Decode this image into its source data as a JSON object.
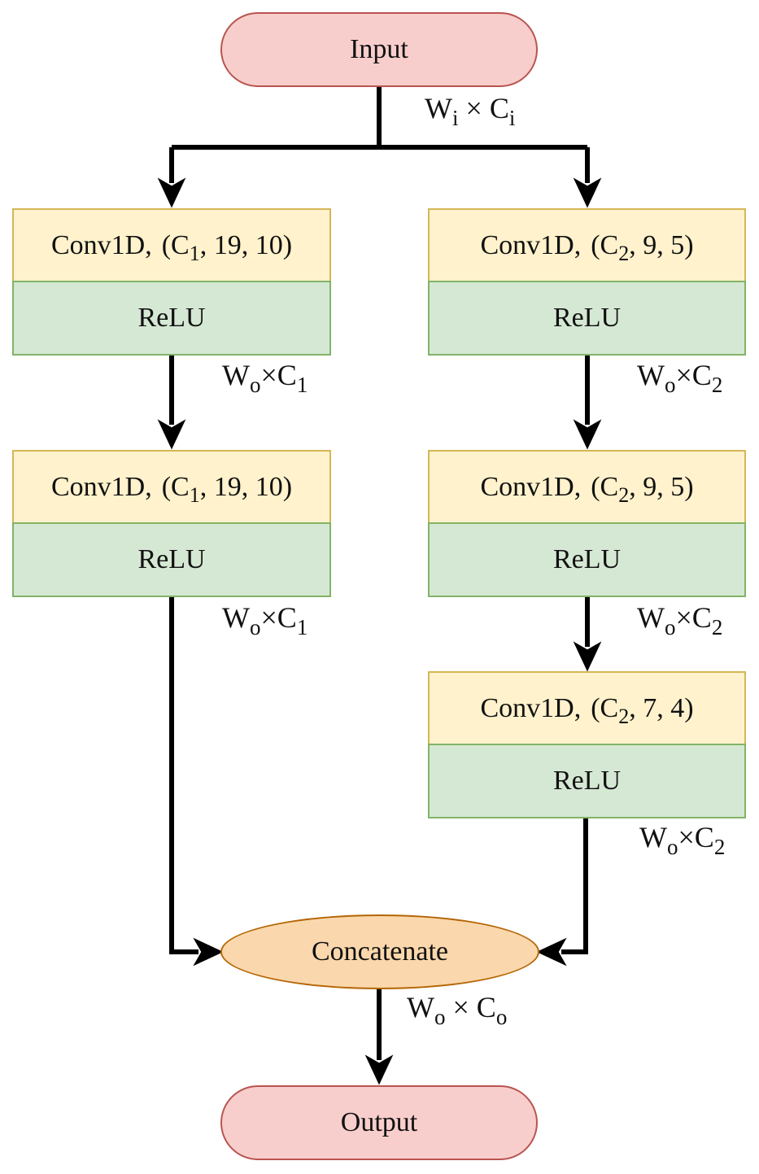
{
  "input": "Input",
  "output": "Output",
  "concatenate": "Concatenate",
  "input_dim": {
    "w": "W",
    "w_sub": "i",
    "times": "×",
    "c": "C",
    "c_sub": "i"
  },
  "output_dim": {
    "w": "W",
    "w_sub": "o",
    "times": "×",
    "c": "C",
    "c_sub": "o"
  },
  "left_branch": {
    "blocks": [
      {
        "name": "Conv1D,",
        "open": "(C",
        "channel": "1",
        "rest": ", 19, 10)",
        "activation": "ReLU",
        "dim": {
          "w": "W",
          "w_sub": "o",
          "times": "×",
          "c": "C",
          "c_sub": "1"
        }
      },
      {
        "name": "Conv1D,",
        "open": "(C",
        "channel": "1",
        "rest": ", 19, 10)",
        "activation": "ReLU",
        "dim": {
          "w": "W",
          "w_sub": "o",
          "times": "×",
          "c": "C",
          "c_sub": "1"
        }
      }
    ]
  },
  "right_branch": {
    "blocks": [
      {
        "name": "Conv1D,",
        "open": "(C",
        "channel": "2",
        "rest": ", 9, 5)",
        "activation": "ReLU",
        "dim": {
          "w": "W",
          "w_sub": "o",
          "times": "×",
          "c": "C",
          "c_sub": "2"
        }
      },
      {
        "name": "Conv1D,",
        "open": "(C",
        "channel": "2",
        "rest": ", 9, 5)",
        "activation": "ReLU",
        "dim": {
          "w": "W",
          "w_sub": "o",
          "times": "×",
          "c": "C",
          "c_sub": "2"
        }
      },
      {
        "name": "Conv1D,",
        "open": "(C",
        "channel": "2",
        "rest": ", 7, 4)",
        "activation": "ReLU",
        "dim": {
          "w": "W",
          "w_sub": "o",
          "times": "×",
          "c": "C",
          "c_sub": "2"
        }
      }
    ]
  },
  "colors": {
    "terminal_fill": "#f8cecc",
    "terminal_stroke": "#b85450",
    "conv_fill": "#fff2cc",
    "conv_stroke": "#d6b656",
    "relu_fill": "#d5e8d4",
    "relu_stroke": "#82b366",
    "concat_fill": "#fad7ac",
    "concat_stroke": "#b46504",
    "edge": "#000000"
  }
}
